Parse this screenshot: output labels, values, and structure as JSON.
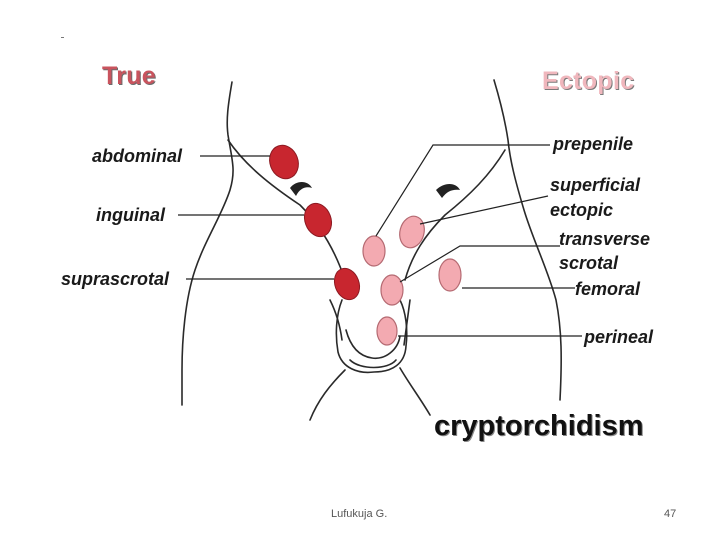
{
  "headings": {
    "true": "True",
    "ectopic": "Ectopic"
  },
  "true_labels": {
    "abdominal": "abdominal",
    "inguinal": "inguinal",
    "suprascrotal": "suprascrotal"
  },
  "ectopic_labels": {
    "prepenile": "prepenile",
    "superficial_1": "superficial",
    "superficial_2": "ectopic",
    "transverse_1": "transverse",
    "transverse_2": "scrotal",
    "femoral": "femoral",
    "perineal": "perineal"
  },
  "title": "cryptorchidism",
  "footer": {
    "author": "Lufukuja G.",
    "page": "47"
  },
  "colors": {
    "true_testis": "#c8262f",
    "ectopic_testis": "#f3aab1",
    "heading_true": "#c9545e",
    "heading_ectopic": "#f0b7bd",
    "line_art": "#2a2a2a"
  }
}
